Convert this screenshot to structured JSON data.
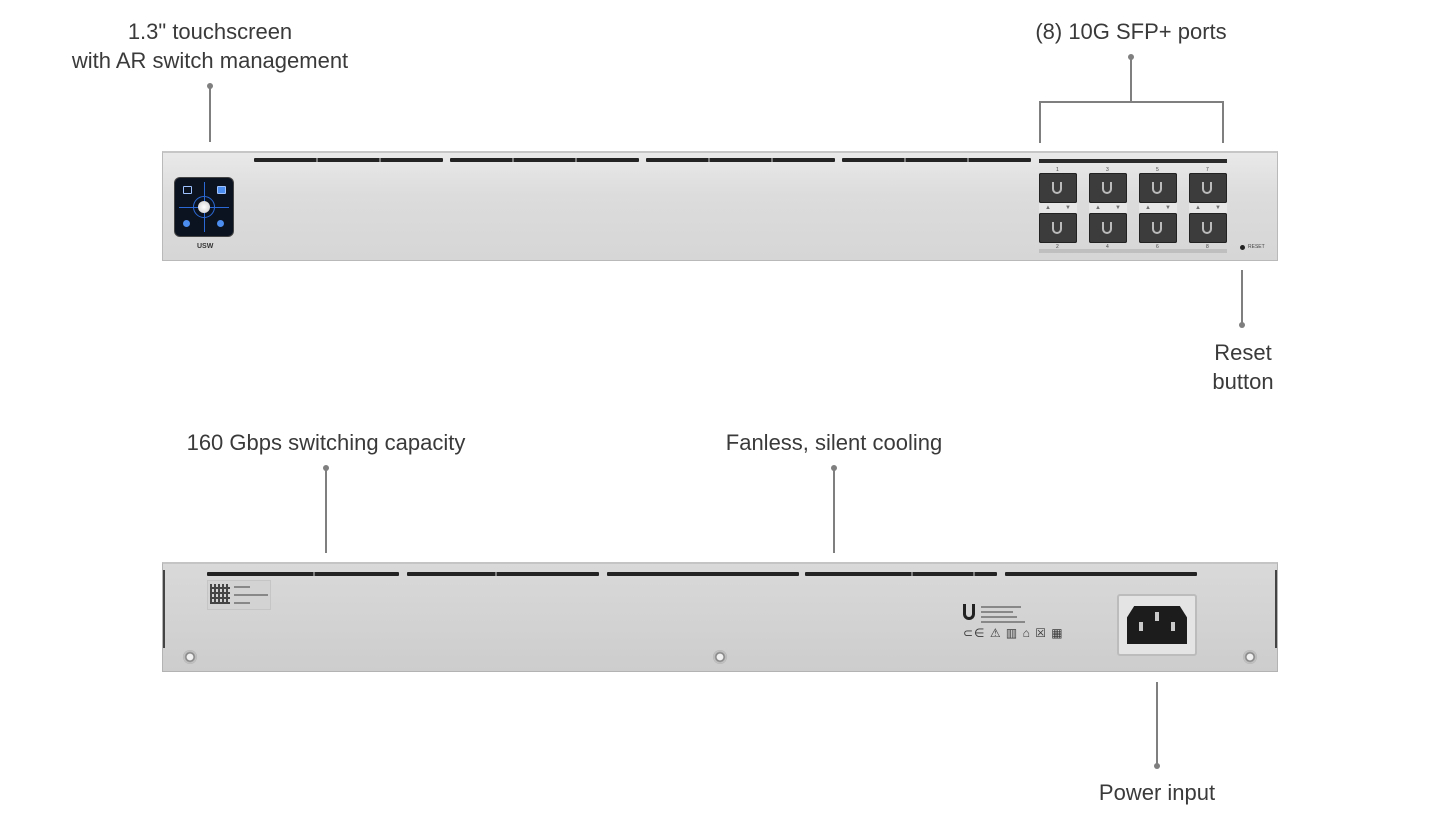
{
  "callouts": {
    "touchscreen": {
      "line1": "1.3\" touchscreen",
      "line2": "with AR switch management"
    },
    "sfp_ports": "(8) 10G SFP+ ports",
    "reset": {
      "line1": "Reset",
      "line2": "button"
    },
    "switching": "160 Gbps switching capacity",
    "cooling": "Fanless, silent cooling",
    "power": "Power input"
  },
  "front_panel": {
    "brand": "USW",
    "reset_label": "RESET",
    "port_numbers_top": [
      "1",
      "3",
      "5",
      "7"
    ],
    "port_numbers_bottom": [
      "2",
      "4",
      "6",
      "8"
    ]
  },
  "colors": {
    "leader": "#7f7f7f",
    "text": "#3a3a3a",
    "screen_accent": "#2b6ad6"
  },
  "icons": [
    "touchscreen-icon",
    "sfp-cage-icon",
    "ubiquiti-logo-icon",
    "power-socket-icon",
    "screw-icon"
  ]
}
